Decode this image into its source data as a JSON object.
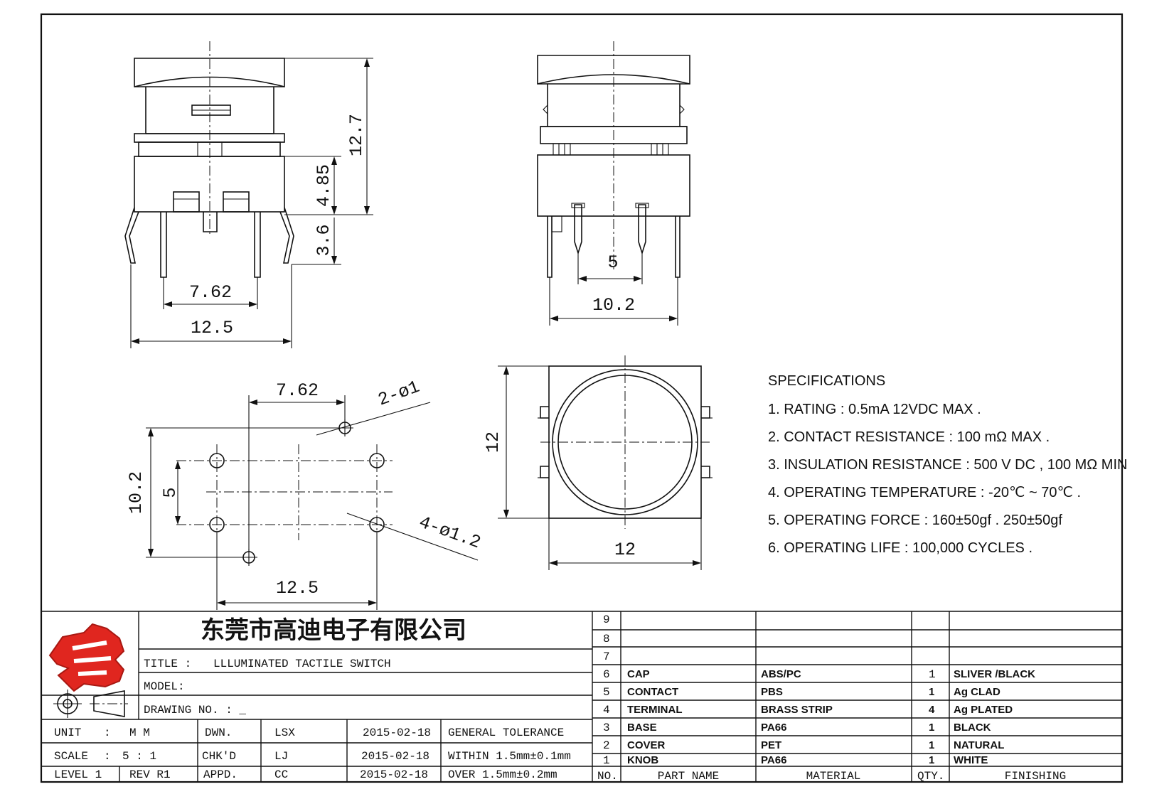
{
  "dimensions": {
    "side_height": "12.7",
    "side_base": "4.85",
    "side_pin": "3.6",
    "side_pitch": "7.62",
    "side_width": "12.5",
    "front_pitch": "5",
    "front_width": "10.2",
    "fp_pitch_x": "7.62",
    "fp_hole_small": "2-ø1",
    "fp_height": "10.2",
    "fp_pitch_y": "5",
    "fp_hole_large": "4-ø1.2",
    "fp_width": "12.5",
    "top_height": "12",
    "top_width": "12"
  },
  "specifications": {
    "heading": "SPECIFICATIONS",
    "items": [
      "1. RATING : 0.5mA 12VDC MAX .",
      "2. CONTACT RESISTANCE : 100 mΩ MAX .",
      "3. INSULATION RESISTANCE : 500 V DC , 100 MΩ MIN",
      "4. OPERATING TEMPERATURE : -20℃ ~ 70℃ .",
      "5. OPERATING FORCE : 160±50gf . 250±50gf",
      "6. OPERATING LIFE : 100,000 CYCLES ."
    ]
  },
  "title_block": {
    "company": "东莞市高迪电子有限公司",
    "title_label": "TITLE :",
    "title_value": "LLLUMINATED TACTILE SWITCH",
    "model_label": "MODEL:",
    "drawing_label": "DRAWING NO. : _",
    "unit_label": "UNIT",
    "unit_sep": ":",
    "unit_value": "M M",
    "scale_label": "SCALE",
    "scale_sep": ":",
    "scale_value": "5 : 1",
    "level": "LEVEL 1",
    "rev": "REV R1",
    "dwn_label": "DWN.",
    "dwn_name": "LSX",
    "dwn_date": "2015-02-18",
    "chk_label": "CHK'D",
    "chk_name": "LJ",
    "chk_date": "2015-02-18",
    "appd_label": "APPD.",
    "appd_name": "CC",
    "appd_date": "2015-02-18",
    "tol_heading": "GENERAL TOLERANCE",
    "tol_within": "WITHIN 1.5mm±0.1mm",
    "tol_over": "OVER 1.5mm±0.2mm"
  },
  "bom": {
    "headers": [
      "NO.",
      "PART NAME",
      "MATERIAL",
      "QTY.",
      "FINISHING"
    ],
    "empty_rows": [
      "9",
      "8",
      "7"
    ],
    "rows": [
      {
        "no": "6",
        "part": "CAP",
        "material": "ABS/PC",
        "qty": "1",
        "finish": "SLIVER /BLACK"
      },
      {
        "no": "5",
        "part": "CONTACT",
        "material": "PBS",
        "qty": "1",
        "finish": "Ag CLAD"
      },
      {
        "no": "4",
        "part": "TERMINAL",
        "material": "BRASS STRIP",
        "qty": "4",
        "finish": "Ag PLATED"
      },
      {
        "no": "3",
        "part": "BASE",
        "material": "PA66",
        "qty": "1",
        "finish": "BLACK"
      },
      {
        "no": "2",
        "part": "COVER",
        "material": "PET",
        "qty": "1",
        "finish": "NATURAL"
      },
      {
        "no": "1",
        "part": "KNOB",
        "material": "PA66",
        "qty": "1",
        "finish": "WHITE"
      }
    ]
  },
  "colors": {
    "logo_red": "#e0261f",
    "line": "#111111"
  }
}
